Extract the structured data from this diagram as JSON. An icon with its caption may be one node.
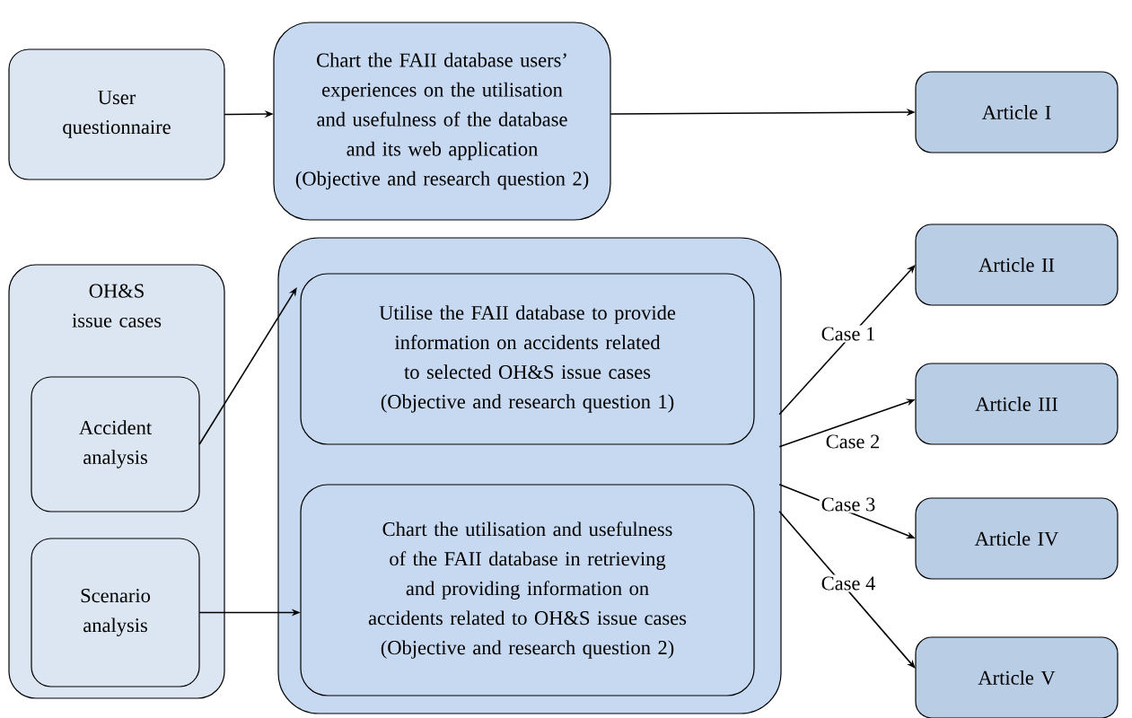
{
  "diagram": {
    "nodes": [
      {
        "text": [
          "User questionnaire"
        ]
      },
      {
        "text": [
          "Chart the FAII database users’ experiences on the utilisation and usefulness of the database and its web application",
          "(Objective and research question 2)"
        ]
      },
      {
        "text": [
          "Article I"
        ]
      },
      {
        "text": [
          "OH&S issue cases"
        ]
      },
      {
        "text": [
          "Accident analysis"
        ],
        "in": 3
      },
      {
        "text": [
          "Scenario analysis"
        ],
        "in": 3
      },
      {
        "text": [],
        "shape": "box"
      },
      {
        "text": [
          "Utilise the FAII database to provide information on accidents related to selected OH&S issue cases",
          "(Objective and research question 1)"
        ],
        "in": 6
      },
      {
        "text": [
          "Chart the utilisation and usefulness of the FAII database in retrieving and providing information on accidents related to OH&S issue cases",
          "(Objective and research question 2)"
        ],
        "in": 6
      },
      {
        "text": [
          "Article II"
        ]
      },
      {
        "text": [
          "Article III"
        ]
      },
      {
        "text": [
          "Article IV"
        ]
      },
      {
        "text": [
          "Article V"
        ]
      }
    ],
    "edges": [
      {
        "from": 0,
        "to": 1,
        "arrow": "to"
      },
      {
        "from": 1,
        "to": 2,
        "arrow": "to"
      },
      {
        "from": 4,
        "to": 7,
        "arrow": "to"
      },
      {
        "from": 5,
        "to": 8,
        "arrow": "to"
      },
      {
        "from": 6,
        "to": 9,
        "arrow": "to",
        "label": "Case 1"
      },
      {
        "from": 6,
        "to": 10,
        "arrow": "to",
        "label": "Case 2"
      },
      {
        "from": 6,
        "to": 11,
        "arrow": "to",
        "label": "Case 3"
      },
      {
        "from": 6,
        "to": 12,
        "arrow": "to",
        "label": "Case 4"
      }
    ]
  }
}
